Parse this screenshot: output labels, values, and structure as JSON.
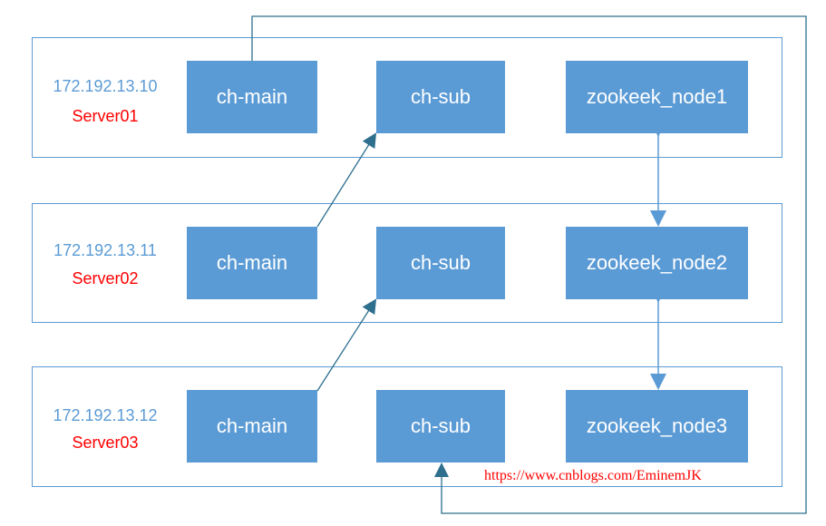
{
  "servers": [
    {
      "ip": "172.192.13.10",
      "name": "Server01",
      "main": "ch-main",
      "sub": "ch-sub",
      "zk": "zookeek_node1"
    },
    {
      "ip": "172.192.13.11",
      "name": "Server02",
      "main": "ch-main",
      "sub": "ch-sub",
      "zk": "zookeek_node2"
    },
    {
      "ip": "172.192.13.12",
      "name": "Server03",
      "main": "ch-main",
      "sub": "ch-sub",
      "zk": "zookeek_node3"
    }
  ],
  "watermark": "https://www.cnblogs.com/EminemJK",
  "colors": {
    "box": "#5b9bd5",
    "ip": "#5b9bd5",
    "server_name": "#ff0000",
    "arrow": "#2e6f8e",
    "watermark": "#ff0000"
  }
}
